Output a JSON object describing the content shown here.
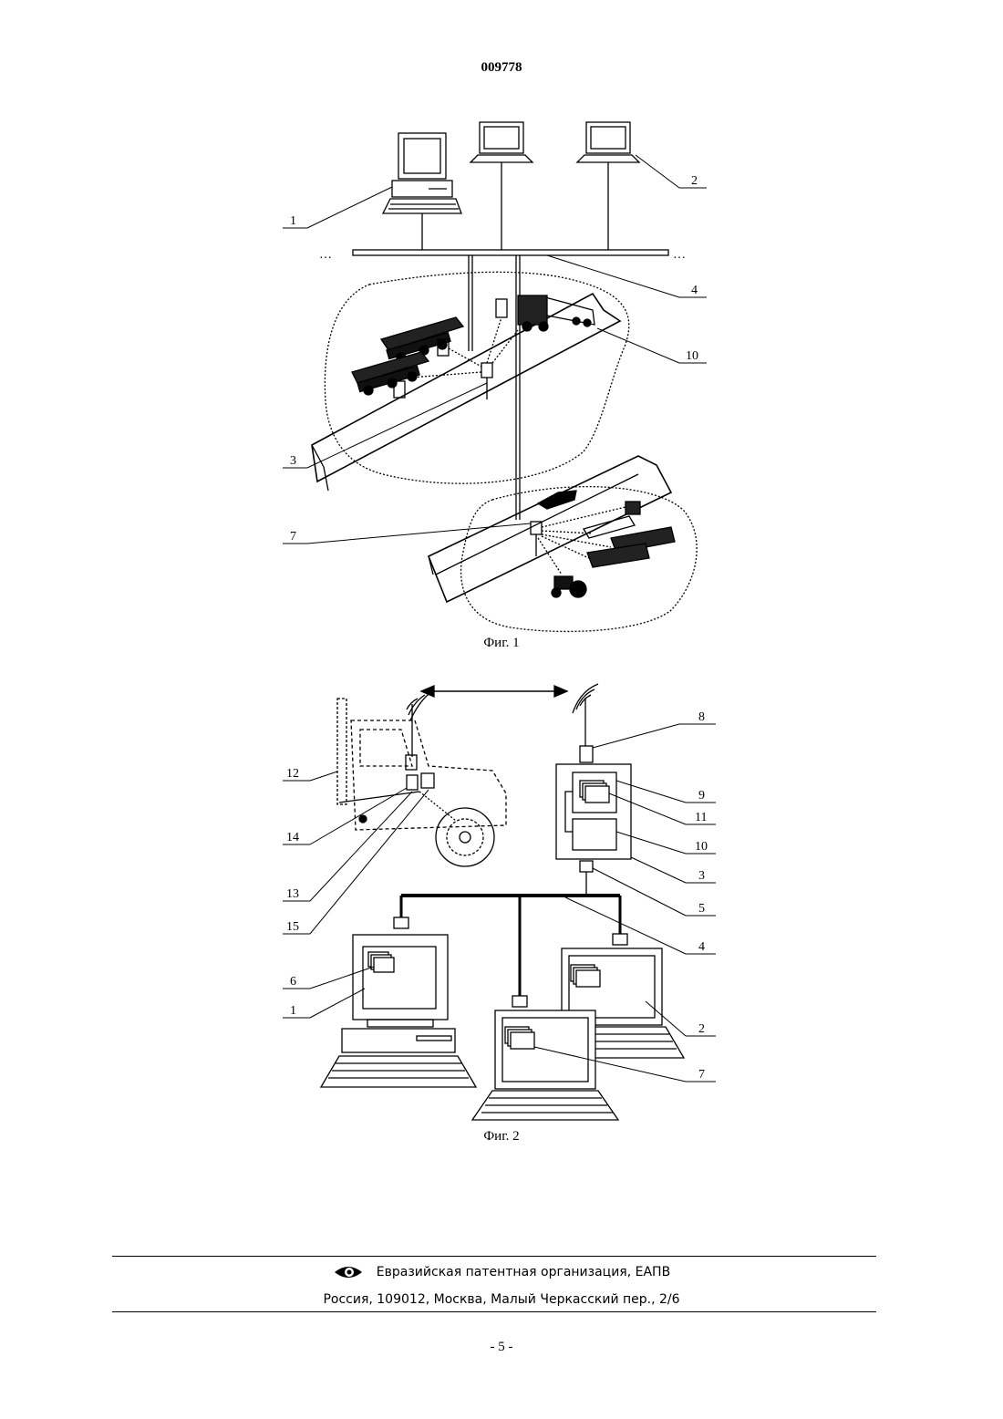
{
  "header": {
    "patent_number": "009778"
  },
  "figure1": {
    "caption": "Фиг. 1",
    "labels": {
      "l1": "1",
      "l2": "2",
      "l3": "3",
      "l4": "4",
      "l7": "7",
      "l10": "10"
    },
    "ellipsis": "…"
  },
  "figure2": {
    "caption": "Фиг. 2",
    "labels": {
      "l1": "1",
      "l2": "2",
      "l3": "3",
      "l4": "4",
      "l5": "5",
      "l6": "6",
      "l7": "7",
      "l8": "8",
      "l9": "9",
      "l10": "10",
      "l11": "11",
      "l12": "12",
      "l13": "13",
      "l14": "14",
      "l15": "15"
    }
  },
  "footer": {
    "line1": "Евразийская патентная организация, ЕАПВ",
    "line2": "Россия, 109012, Москва, Малый Черкасский пер., 2/6",
    "page": "- 5 -"
  }
}
